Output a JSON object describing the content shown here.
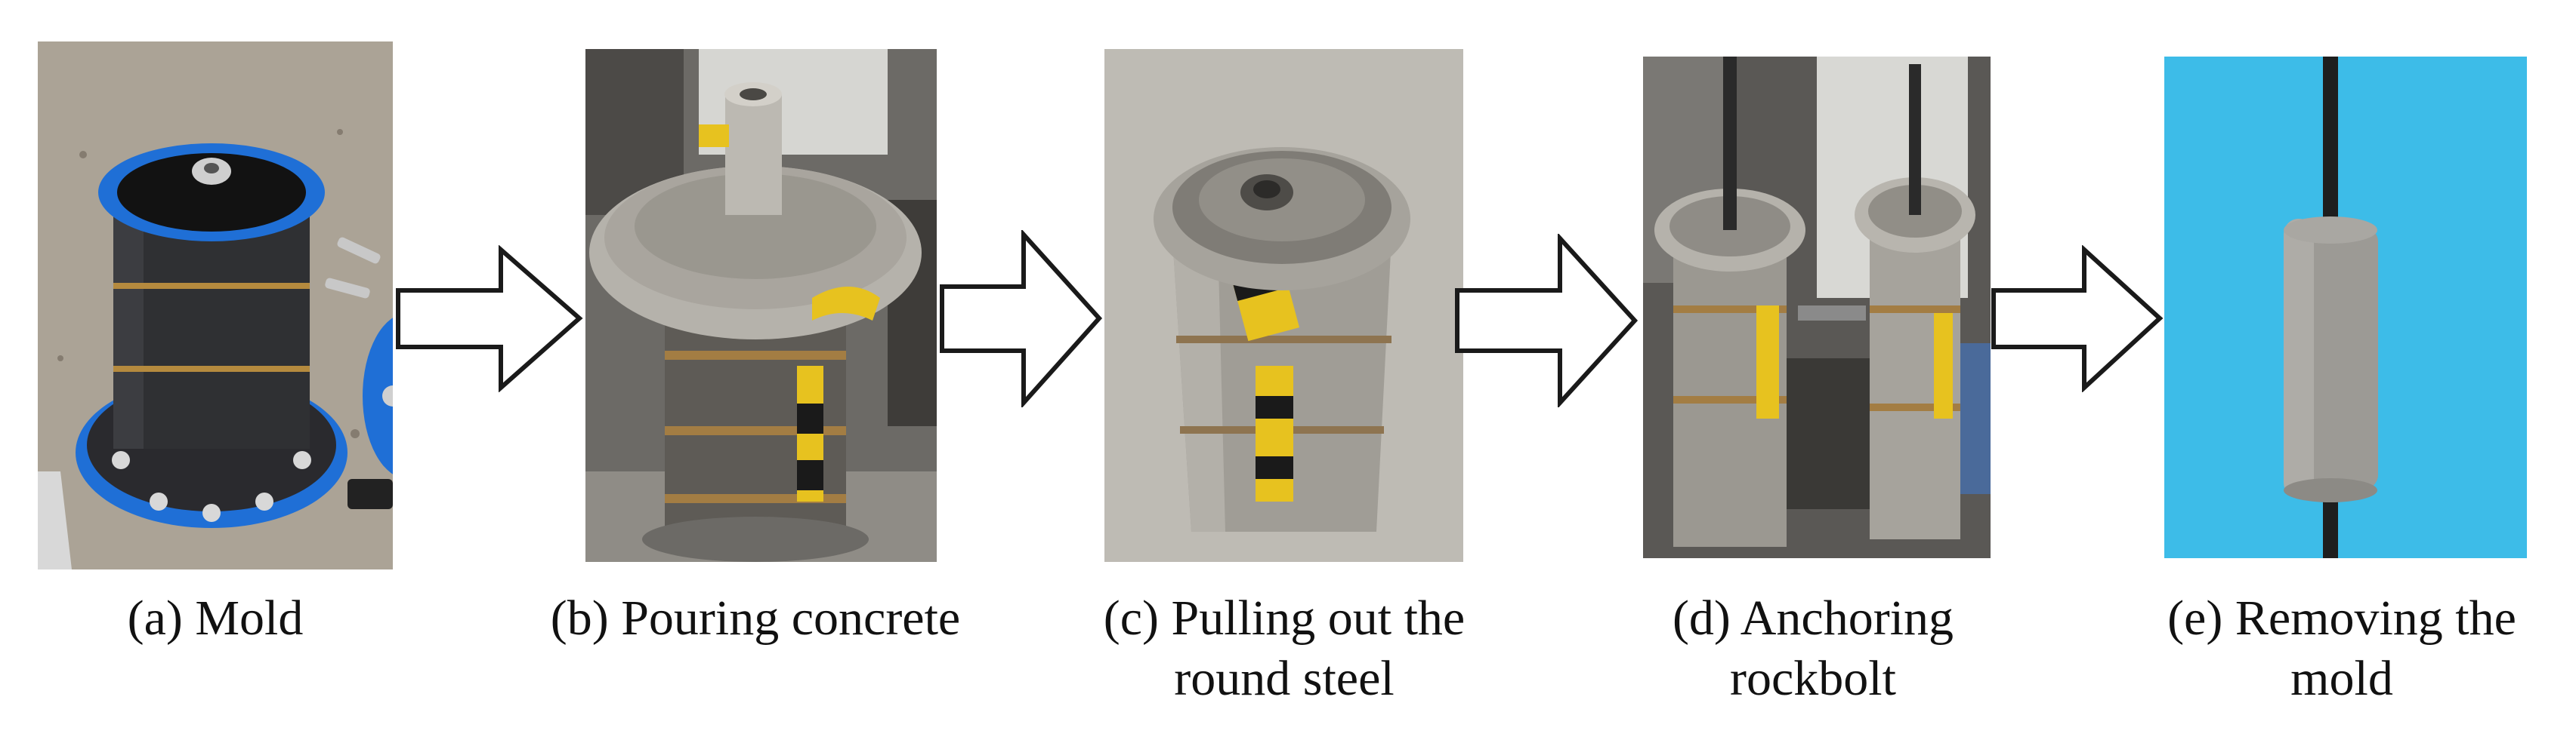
{
  "steps": [
    {
      "caption": "(a) Mold"
    },
    {
      "caption": "(b) Pouring concrete"
    },
    {
      "caption": "(c) Pulling out the\nround steel"
    },
    {
      "caption": "(d) Anchoring\nrockbolt"
    },
    {
      "caption": "(e) Removing the\nmold"
    }
  ],
  "colors": {
    "arrow_stroke": "#1a1a1a",
    "arrow_fill": "#ffffff",
    "mold_blue": "#1f6fd6",
    "background_cyan": "#35b9e6",
    "concrete_gray": "#9a9893",
    "tape_yellow": "#e7c21f"
  }
}
